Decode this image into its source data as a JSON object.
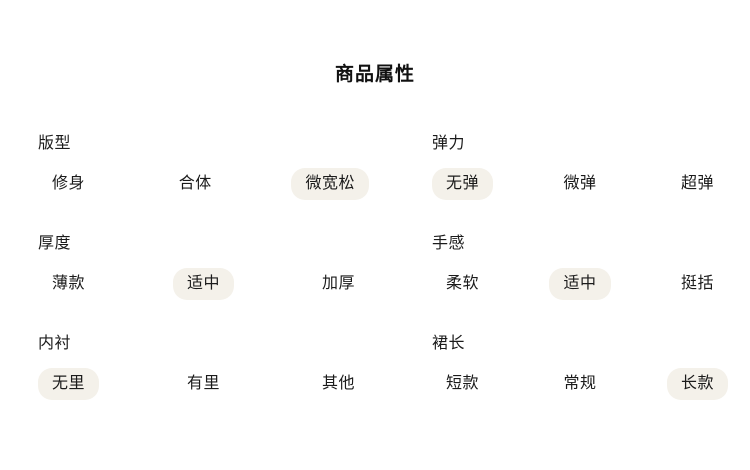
{
  "header": {
    "title": "商品属性"
  },
  "selected_pill_color": "#f4f1ea",
  "text_color": "#1b1b1b",
  "background_color": "#ffffff",
  "attributes": [
    {
      "label": "版型",
      "column": "left",
      "options": [
        {
          "label": "修身",
          "selected": false
        },
        {
          "label": "合体",
          "selected": false
        },
        {
          "label": "微宽松",
          "selected": true
        }
      ]
    },
    {
      "label": "弹力",
      "column": "right",
      "options": [
        {
          "label": "无弹",
          "selected": true
        },
        {
          "label": "微弹",
          "selected": false
        },
        {
          "label": "超弹",
          "selected": false
        }
      ]
    },
    {
      "label": "厚度",
      "column": "left",
      "options": [
        {
          "label": "薄款",
          "selected": false
        },
        {
          "label": "适中",
          "selected": true
        },
        {
          "label": "加厚",
          "selected": false
        }
      ]
    },
    {
      "label": "手感",
      "column": "right",
      "options": [
        {
          "label": "柔软",
          "selected": false
        },
        {
          "label": "适中",
          "selected": true
        },
        {
          "label": "挺括",
          "selected": false
        }
      ]
    },
    {
      "label": "内衬",
      "column": "left",
      "options": [
        {
          "label": "无里",
          "selected": true
        },
        {
          "label": "有里",
          "selected": false
        },
        {
          "label": "其他",
          "selected": false
        }
      ]
    },
    {
      "label": "裙长",
      "column": "right",
      "options": [
        {
          "label": "短款",
          "selected": false
        },
        {
          "label": "常规",
          "selected": false
        },
        {
          "label": "长款",
          "selected": true
        }
      ]
    }
  ]
}
